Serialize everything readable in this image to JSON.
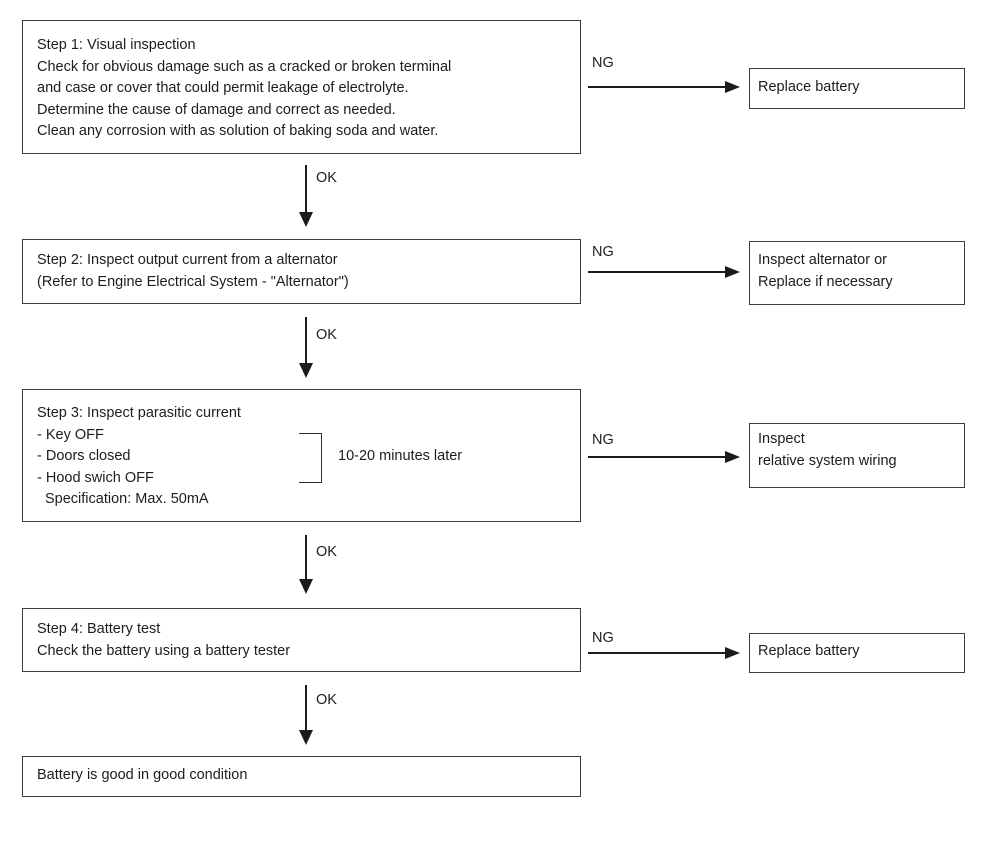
{
  "flowchart": {
    "ng_label": "NG",
    "ok_label": "OK",
    "steps": {
      "step1": {
        "lines": [
          "Step 1: Visual inspection",
          "Check for obvious damage such as a cracked or broken terminal",
          "and case or cover that could permit leakage of electrolyte.",
          "Determine the cause of damage and correct as needed.",
          "Clean any corrosion with as solution of baking soda and water."
        ]
      },
      "step2": {
        "lines": [
          "Step 2: Inspect output current from a alternator",
          "(Refer to Engine Electrical System - \"Alternator\")"
        ]
      },
      "step3": {
        "lines": [
          "Step 3: Inspect parasitic current",
          "- Key OFF",
          "- Doors closed",
          "- Hood swich OFF",
          "Specification: Max. 50mA"
        ],
        "bracket_note": "10-20 minutes later"
      },
      "step4": {
        "lines": [
          "Step 4: Battery test",
          "Check the battery using a battery tester"
        ]
      },
      "final": {
        "lines": [
          "Battery is good in good condition"
        ]
      }
    },
    "outcomes": {
      "outcome1": {
        "lines": [
          "Replace battery"
        ]
      },
      "outcome2": {
        "lines": [
          "Inspect alternator or",
          "Replace if necessary"
        ]
      },
      "outcome3": {
        "lines": [
          "Inspect",
          "relative system wiring"
        ]
      },
      "outcome4": {
        "lines": [
          "Replace battery"
        ]
      }
    }
  }
}
